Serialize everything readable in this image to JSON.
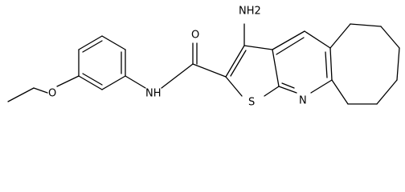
{
  "diagram": {
    "type": "chemical-structure",
    "atom_labels": {
      "nh2": "NH2",
      "amide_o": "O",
      "amide_nh": "NH",
      "ether_o": "O",
      "ring_s": "S",
      "ring_n": "N"
    },
    "colors": {
      "bond": "#000000",
      "background": "#ffffff"
    }
  }
}
